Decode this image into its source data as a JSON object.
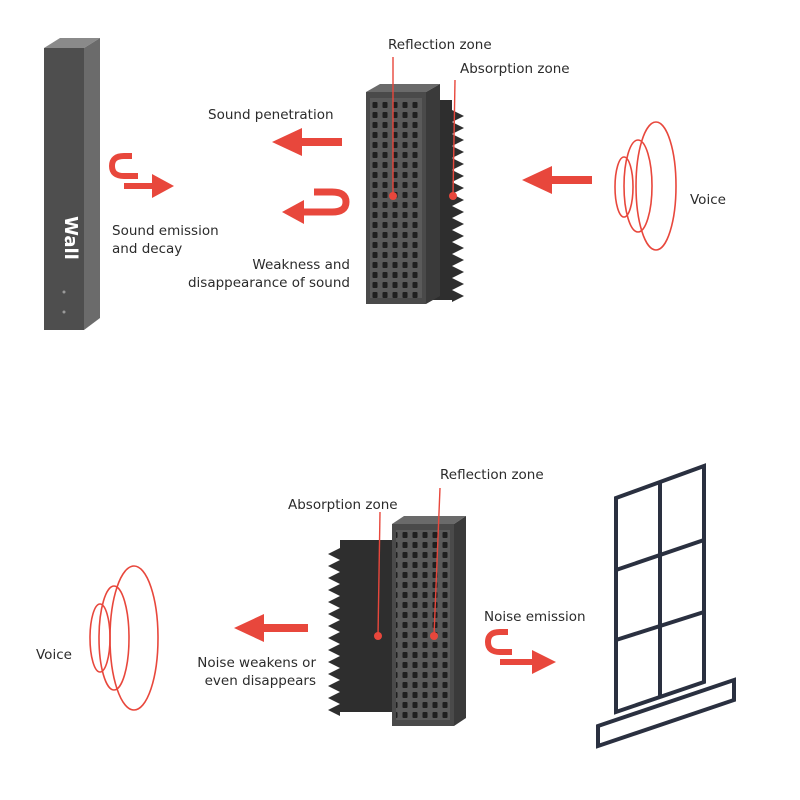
{
  "top_diagram": {
    "wall_label": "Wall",
    "reflection_zone": "Reflection zone",
    "absorption_zone": "Absorption zone",
    "sound_penetration": "Sound penetration",
    "sound_emission_line1": "Sound emission",
    "sound_emission_line2": "and decay",
    "weakness_line1": "Weakness and",
    "weakness_line2": "disappearance of sound",
    "voice": "Voice"
  },
  "bottom_diagram": {
    "absorption_zone": "Absorption zone",
    "reflection_zone": "Reflection zone",
    "noise_emission": "Noise emission",
    "noise_weakens_line1": "Noise weakens or",
    "noise_weakens_line2": "even disappears",
    "voice": "Voice"
  },
  "colors": {
    "accent": "#e8473c",
    "panel": "#4a4a4a",
    "foam": "#2e2e2e",
    "wall": "#555555"
  }
}
